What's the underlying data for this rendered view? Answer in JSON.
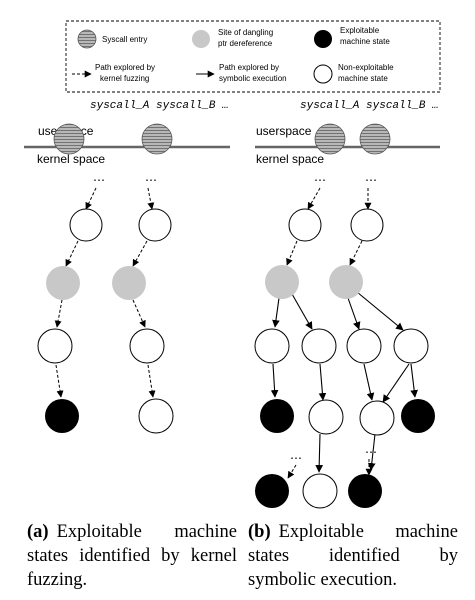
{
  "legend": {
    "syscall_entry": "Syscall entry",
    "dangling_site_l1": "Site of dangling",
    "dangling_site_l2": "ptr dereference",
    "exploitable_l1": "Exploitable",
    "exploitable_l2": "machine state",
    "fuzz_path_l1": "Path explored by",
    "fuzz_path_l2": "kernel fuzzing",
    "symexec_path_l1": "Path explored by",
    "symexec_path_l2": "symbolic execution",
    "non_exploitable_l1": "Non-exploitable",
    "non_exploitable_l2": "machine state"
  },
  "panel_a": {
    "syscalls": "syscall_A syscall_B …",
    "userspace": "userspace",
    "kernel_space": "kernel space",
    "caption_tag": "(a)",
    "caption_text": "Exploitable machine states identified by kernel fuzzing."
  },
  "panel_b": {
    "syscalls": "syscall_A syscall_B …",
    "userspace": "userspace",
    "kernel_space": "kernel space",
    "caption_tag": "(b)",
    "caption_text": "Exploitable machine states identified by symbolic execution."
  },
  "colors": {
    "exploitable": "#000000",
    "dangling": "#c8c8c8",
    "non_exploitable": "#ffffff",
    "syscall_entry": "#a8a8a8"
  }
}
